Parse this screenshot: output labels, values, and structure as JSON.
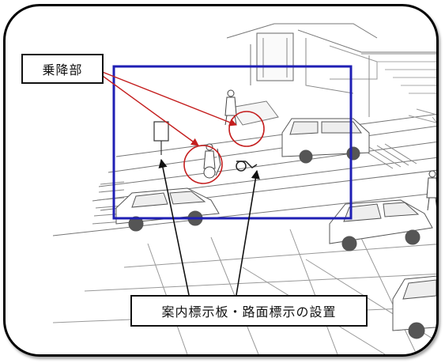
{
  "labels": {
    "boarding_area": "乗降部",
    "signage": "案内標示板・路面標示の設置"
  },
  "colors": {
    "highlight_rectangle": "#1f1fb4",
    "callout_arrows": "#c41e1e",
    "circles": "#c41e1e",
    "pointer_arrows": "#111111",
    "line_art": "#555555",
    "frame": "#000000"
  },
  "icons": {
    "boarding_callout": "red-arrow",
    "signage_callout": "black-arrow",
    "focus_marker": "red-circle"
  }
}
